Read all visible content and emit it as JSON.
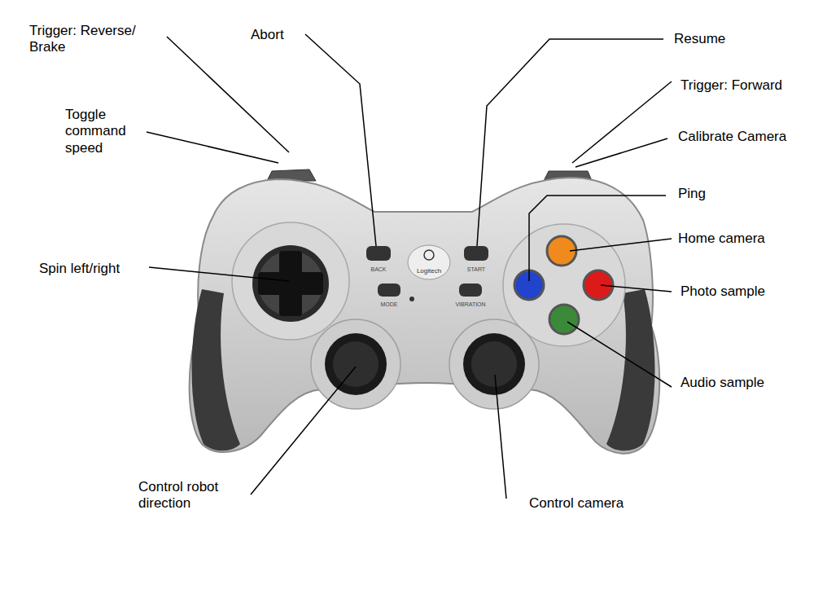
{
  "diagram": {
    "labels": [
      "Trigger: Reverse/ Brake",
      "Abort",
      "Resume",
      "Trigger: Forward",
      "Toggle command speed",
      "Calibrate Camera",
      "Ping",
      "Home camera",
      "Spin left/right",
      "BACK",
      "Logitech",
      "START",
      "MODE",
      "VIBRATION",
      "Photo sample",
      "Audio sample",
      "Control robot direction",
      "Control camera"
    ]
  }
}
